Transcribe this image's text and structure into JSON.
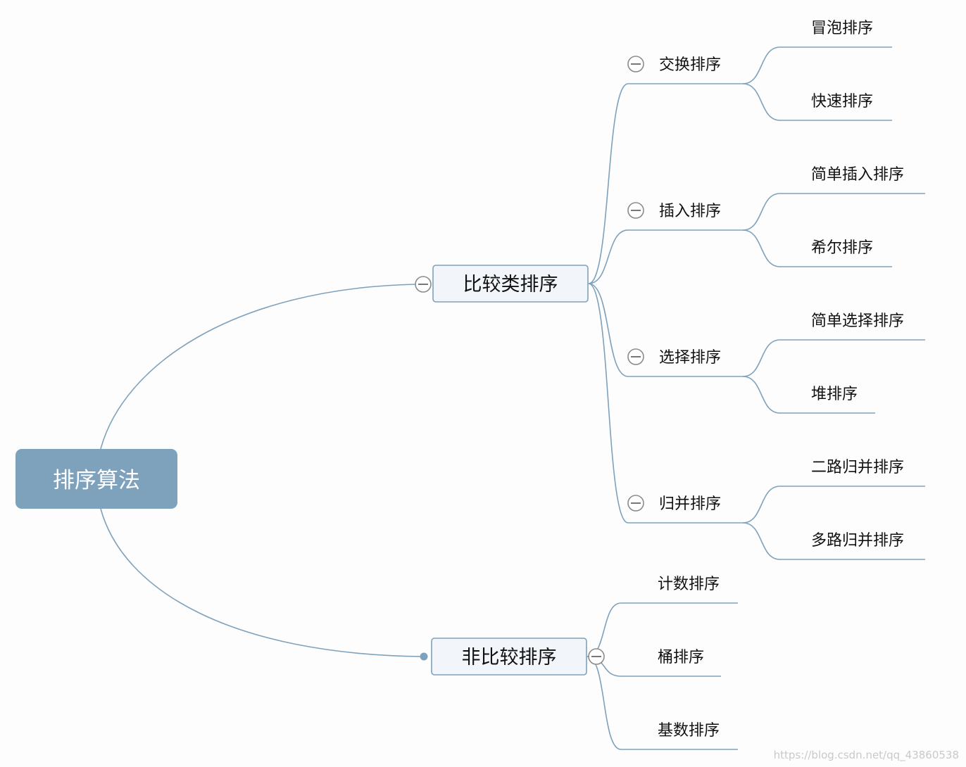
{
  "mindmap": {
    "root": {
      "label": "排序算法"
    },
    "branches": [
      {
        "label": "比较类排序",
        "children": [
          {
            "label": "交换排序",
            "children": [
              "冒泡排序",
              "快速排序"
            ]
          },
          {
            "label": "插入排序",
            "children": [
              "简单插入排序",
              "希尔排序"
            ]
          },
          {
            "label": "选择排序",
            "children": [
              "简单选择排序",
              "堆排序"
            ]
          },
          {
            "label": "归并排序",
            "children": [
              "二路归并排序",
              "多路归并排序"
            ]
          }
        ]
      },
      {
        "label": "非比较排序",
        "children": [
          {
            "label": "计数排序",
            "children": []
          },
          {
            "label": "桶排序",
            "children": []
          },
          {
            "label": "基数排序",
            "children": []
          }
        ]
      }
    ]
  },
  "watermark": "https://blog.csdn.net/qq_43860538",
  "colors": {
    "line": "#7ea1bc",
    "root_fill": "#7ea1bc",
    "root_text": "#ffffff",
    "branch_fill": "#f2f6fa",
    "text": "#111111",
    "background": "#fdfdfd"
  },
  "icons": {
    "collapse": "collapse-minus-icon",
    "expand": "expand-dot-icon"
  }
}
